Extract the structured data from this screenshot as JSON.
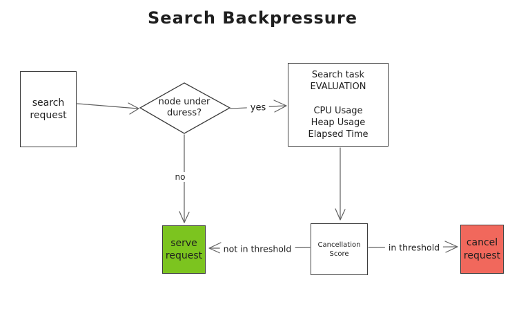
{
  "title": "Search Backpressure",
  "colors": {
    "green": "#7cc41f",
    "red": "#f1685c",
    "stroke": "#3d3d3d",
    "arrow": "#5f5f5f",
    "text": "#1e1e1e"
  },
  "nodes": {
    "search_request": {
      "label": "search\nrequest"
    },
    "node_under_duress": {
      "label": "node under\nduress?"
    },
    "evaluation": {
      "label": "Search task\nEVALUATION\n\nCPU Usage\nHeap Usage\nElapsed Time"
    },
    "cancellation_score": {
      "label": "Cancellation\nScore"
    },
    "serve_request": {
      "label": "serve\nrequest"
    },
    "cancel_request": {
      "label": "cancel\nrequest"
    }
  },
  "edge_labels": {
    "yes": "yes",
    "no": "no",
    "not_in_threshold": "not in threshold",
    "in_threshold": "in threshold"
  }
}
